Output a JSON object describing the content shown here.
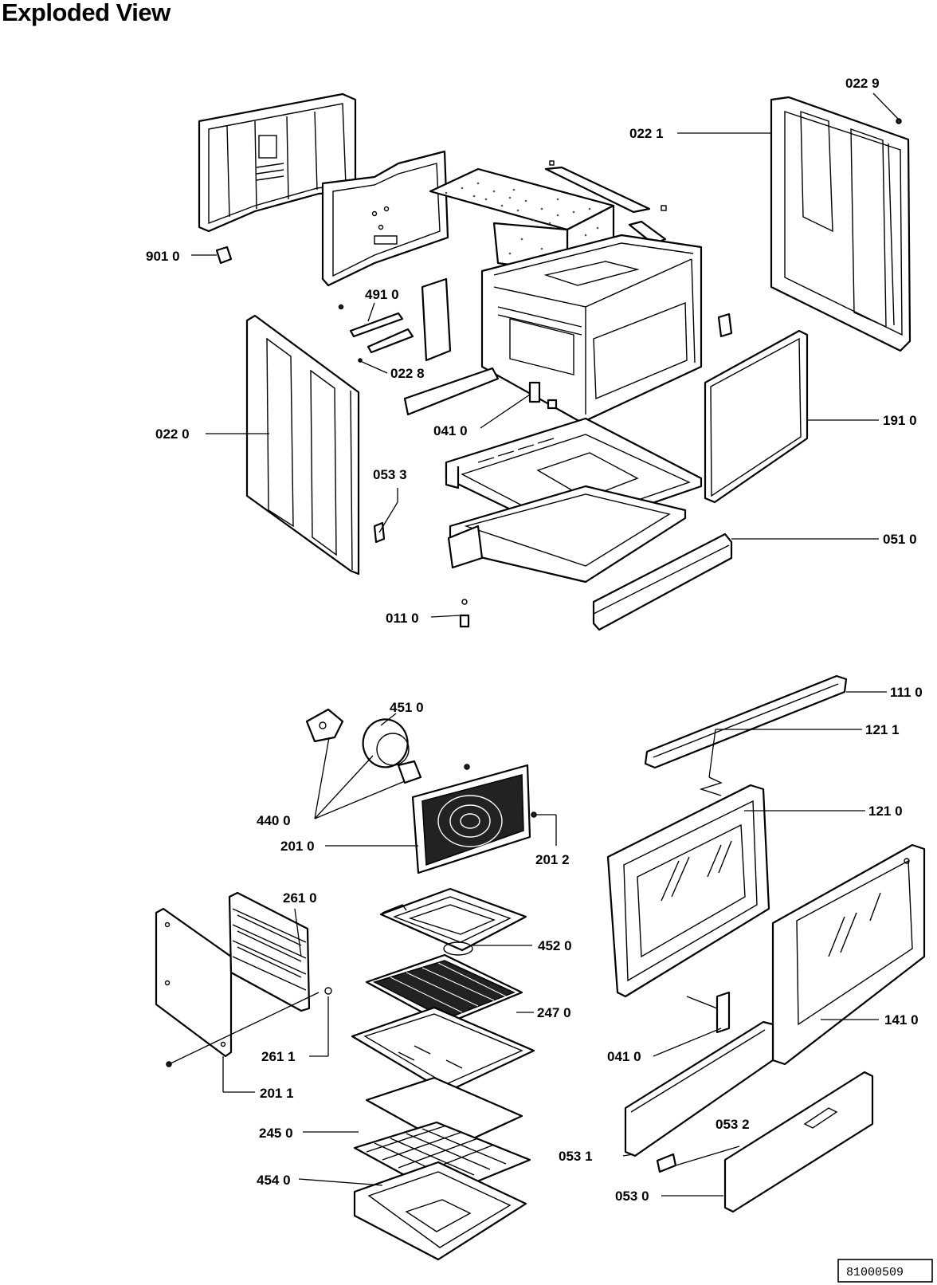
{
  "title": "Exploded View",
  "document_number": "81000509",
  "callouts": [
    {
      "id": "c0229",
      "text": "022 9"
    },
    {
      "id": "c0221",
      "text": "022 1"
    },
    {
      "id": "c9010",
      "text": "901 0"
    },
    {
      "id": "c4910",
      "text": "491 0"
    },
    {
      "id": "c0228",
      "text": "022 8"
    },
    {
      "id": "c0220",
      "text": "022 0"
    },
    {
      "id": "c0410a",
      "text": "041 0"
    },
    {
      "id": "c1910",
      "text": "191 0"
    },
    {
      "id": "c0533",
      "text": "053 3"
    },
    {
      "id": "c0510",
      "text": "051 0"
    },
    {
      "id": "c0110",
      "text": "011 0"
    },
    {
      "id": "c1110",
      "text": "111 0"
    },
    {
      "id": "c4510",
      "text": "451 0"
    },
    {
      "id": "c1211",
      "text": "121 1"
    },
    {
      "id": "c1210",
      "text": "121 0"
    },
    {
      "id": "c4400",
      "text": "440 0"
    },
    {
      "id": "c2010",
      "text": "201 0"
    },
    {
      "id": "c2012",
      "text": "201 2"
    },
    {
      "id": "c2610",
      "text": "261 0"
    },
    {
      "id": "c4520",
      "text": "452 0"
    },
    {
      "id": "c2470",
      "text": "247 0"
    },
    {
      "id": "c1410",
      "text": "141 0"
    },
    {
      "id": "c2611",
      "text": "261 1"
    },
    {
      "id": "c0410b",
      "text": "041 0"
    },
    {
      "id": "c2011",
      "text": "201 1"
    },
    {
      "id": "c2450",
      "text": "245 0"
    },
    {
      "id": "c0532",
      "text": "053 2"
    },
    {
      "id": "c0531",
      "text": "053 1"
    },
    {
      "id": "c4540",
      "text": "454 0"
    },
    {
      "id": "c0530",
      "text": "053 0"
    }
  ]
}
